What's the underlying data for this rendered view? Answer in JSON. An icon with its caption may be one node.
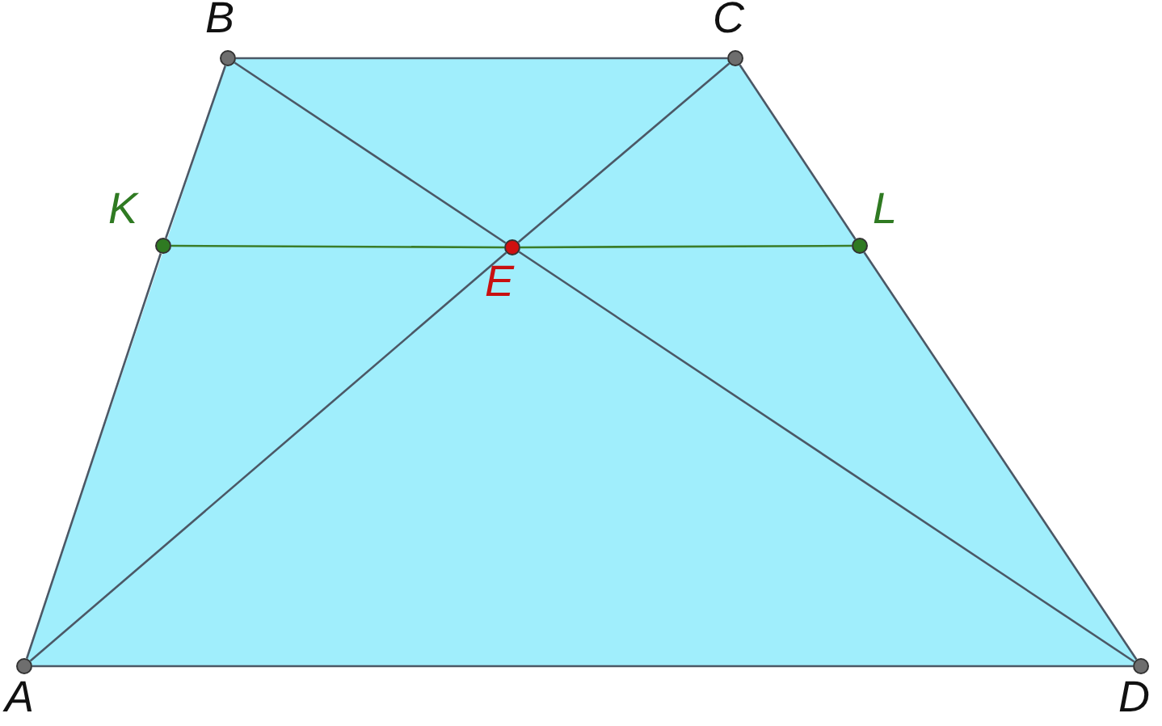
{
  "diagram": {
    "nodes": [
      {
        "text": [
          "B"
        ]
      },
      {
        "text": [
          "C"
        ]
      },
      {
        "text": [
          "K"
        ]
      },
      {
        "text": [
          "E"
        ]
      },
      {
        "text": [
          "L"
        ]
      },
      {
        "text": [
          "A"
        ]
      },
      {
        "text": [
          "D"
        ]
      }
    ],
    "edges": [
      {
        "from": 0,
        "to": 1,
        "arrow": "none"
      },
      {
        "from": 1,
        "to": 4,
        "arrow": "none"
      },
      {
        "from": 4,
        "to": 6,
        "arrow": "none"
      },
      {
        "from": 6,
        "to": 5,
        "arrow": "none"
      },
      {
        "from": 5,
        "to": 2,
        "arrow": "none"
      },
      {
        "from": 2,
        "to": 0,
        "arrow": "none"
      },
      {
        "from": 5,
        "to": 3,
        "arrow": "none"
      },
      {
        "from": 3,
        "to": 1,
        "arrow": "none"
      },
      {
        "from": 0,
        "to": 3,
        "arrow": "none"
      },
      {
        "from": 3,
        "to": 6,
        "arrow": "none"
      },
      {
        "from": 2,
        "to": 3,
        "arrow": "none",
        "color": "#3a7d2a"
      },
      {
        "from": 3,
        "to": 4,
        "arrow": "none",
        "color": "#3a7d2a"
      }
    ]
  }
}
